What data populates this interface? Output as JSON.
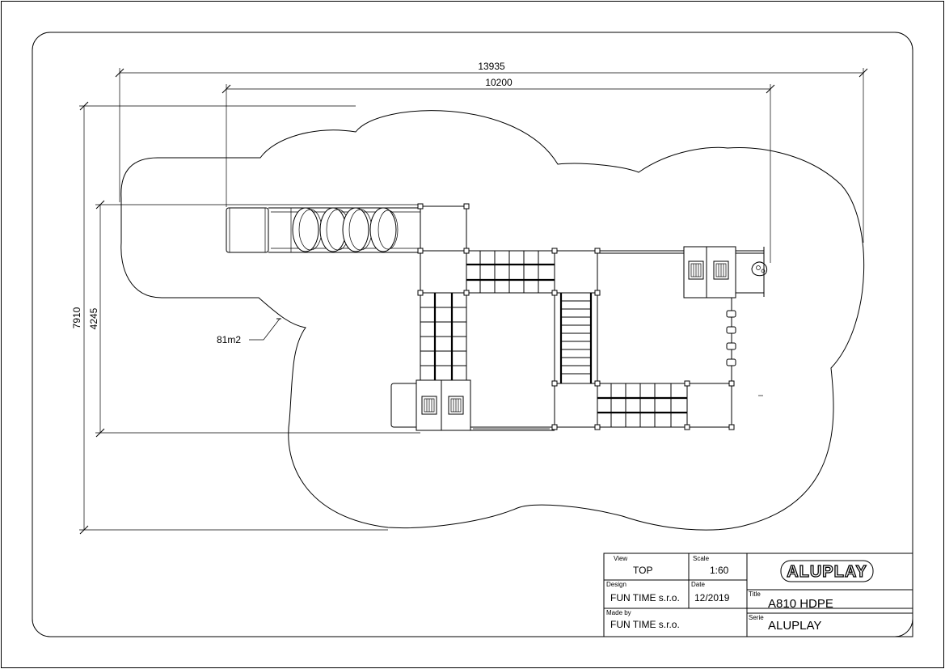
{
  "dimensions": {
    "overall_width": "13935",
    "structure_width": "10200",
    "overall_depth": "7910",
    "structure_depth": "4245",
    "area": "81m2"
  },
  "title_block": {
    "view_label": "View",
    "view_value": "TOP",
    "scale_label": "Scale",
    "scale_value": "1:60",
    "design_label": "Design",
    "design_value": "FUN TIME s.r.o.",
    "date_label": "Date",
    "date_value": "12/2019",
    "made_by_label": "Made by",
    "made_by_value": "FUN TIME s.r.o.",
    "title_label": "Title",
    "title_value": "A810 HDPE",
    "serie_label": "Serie",
    "serie_value": "ALUPLAY",
    "logo_text": "ALUPLAY"
  }
}
